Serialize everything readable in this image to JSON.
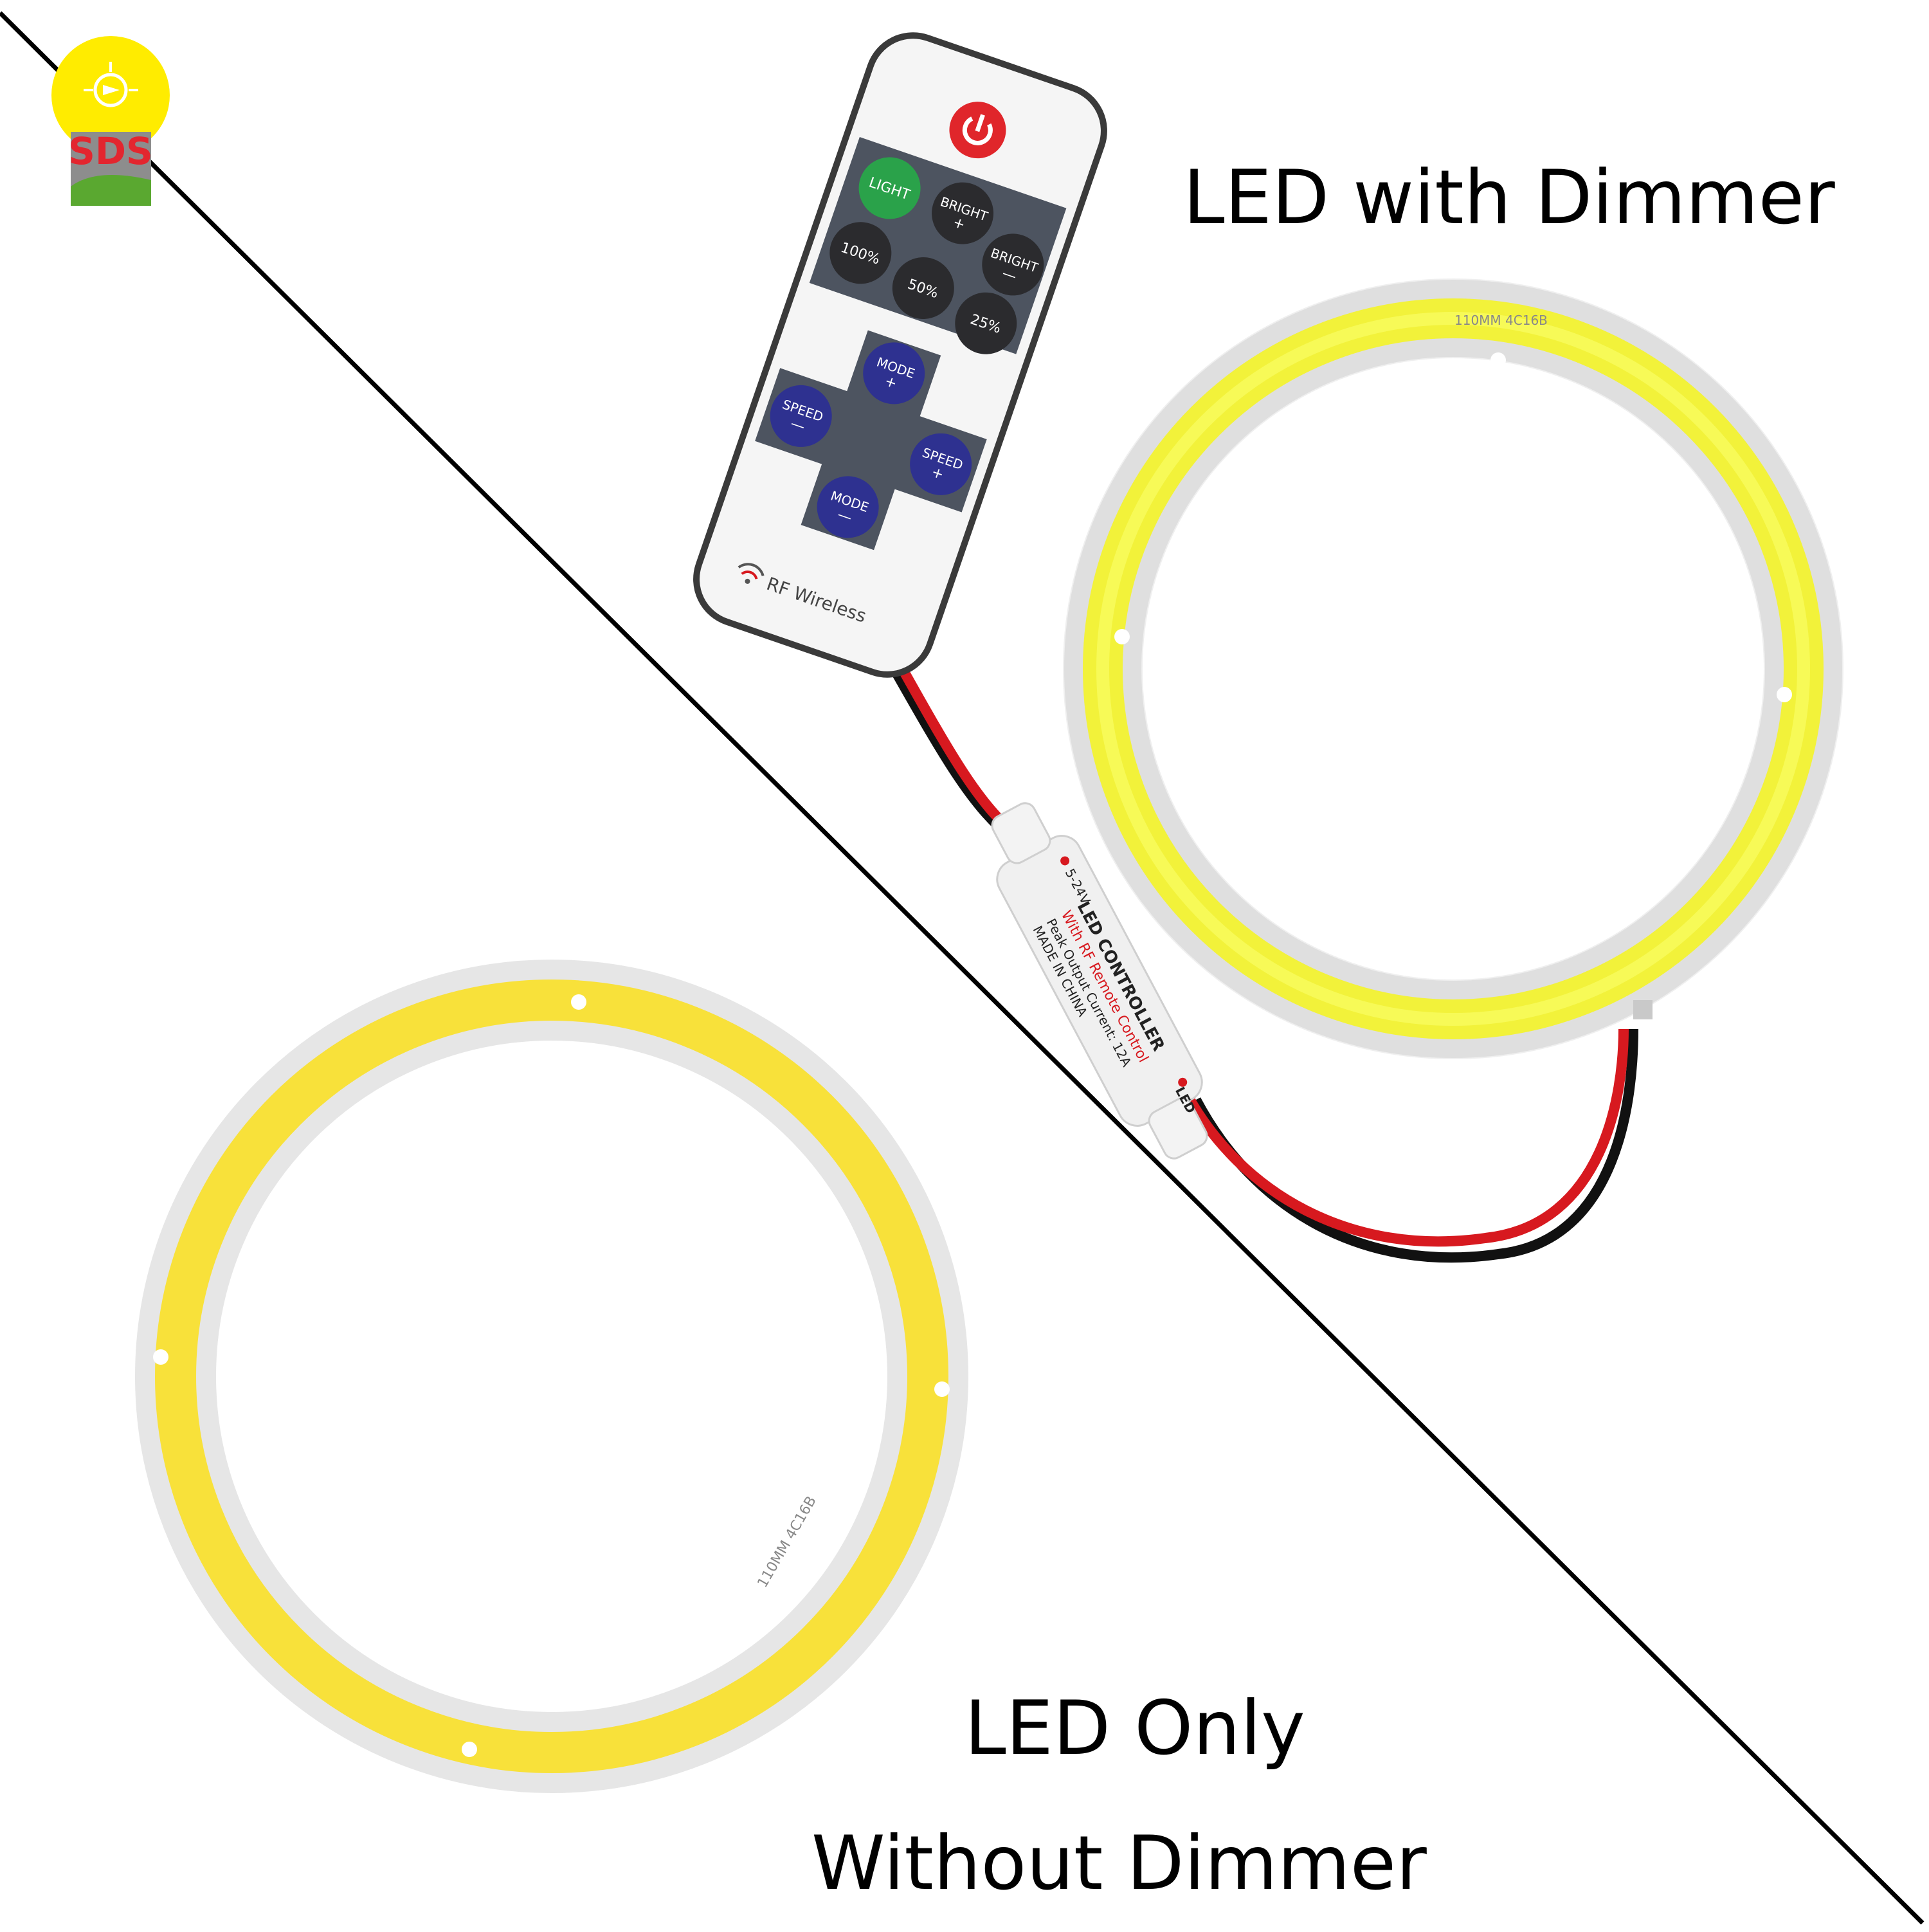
{
  "captions": {
    "with_dimmer": "LED with Dimmer",
    "led_only": "LED Only",
    "without_dimmer": "Without Dimmer"
  },
  "logo": {
    "text": "SDS",
    "icon": "lightbulb-icon"
  },
  "remote": {
    "power_icon": "power-icon",
    "buttons": {
      "light": "LIGHT",
      "bright_up": "BRIGHT",
      "bright_up_sign": "+",
      "bright_down": "BRIGHT",
      "bright_down_sign": "—",
      "p100": "100%",
      "p50": "50%",
      "p25": "25%",
      "mode_up": "MODE",
      "mode_up_sign": "+",
      "mode_down": "MODE",
      "mode_down_sign": "—",
      "speed_down": "SPEED",
      "speed_down_sign": "—",
      "speed_up": "SPEED",
      "speed_up_sign": "+"
    },
    "footer": "RF Wireless",
    "wireless_icon": "wireless-icon"
  },
  "controller": {
    "title": "LED CONTROLLER",
    "subtitle": "With RF Remote Control",
    "line1": "Peak Output Current: 12A",
    "line2": "MADE IN CHINA",
    "voltage": "5-24V",
    "led_label": "LED"
  },
  "rings": {
    "top_marking": "110MM 4C16B",
    "bottom_marking": "110MM 4C16B"
  },
  "colors": {
    "ring_lit": "#f2f23a",
    "ring_unlit": "#f8e13a",
    "pcb": "#e9e9e9",
    "remote_body": "#f5f5f5",
    "remote_panel": "#4d5460",
    "button_dark": "#2b2b2e",
    "button_blue": "#2e3190",
    "button_green": "#2aa24a",
    "power_red": "#e0262b",
    "wire_red": "#d7191f",
    "wire_black": "#111111"
  }
}
